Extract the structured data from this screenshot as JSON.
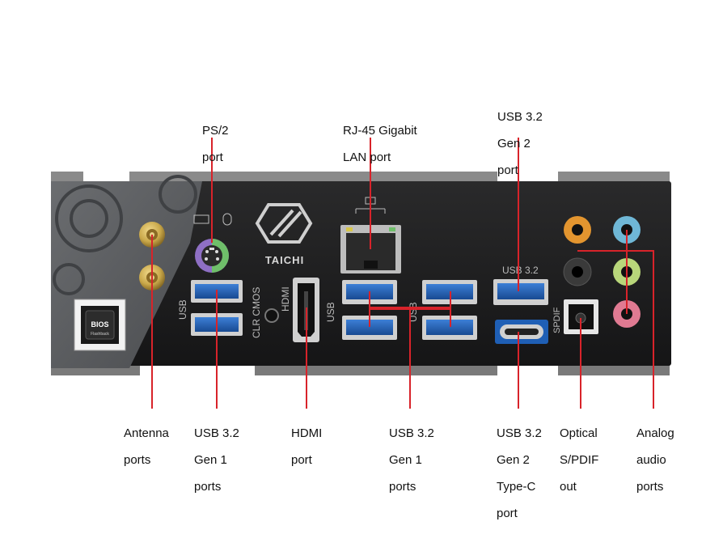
{
  "panel": {
    "brand_text": "TAICHI",
    "bios_button_label": "BIOS",
    "bios_button_sub": "Flashback",
    "silk_usb_left": "USB",
    "silk_clr_cmos": "CLR CMOS",
    "silk_hdmi": "HDMI",
    "silk_usb_mid": "USB",
    "silk_usb_right": "USB",
    "silk_usb32": "USB 3.2",
    "silk_spdif": "SPDIF"
  },
  "colors": {
    "panel_dark": "#1c1c1d",
    "panel_gray": "#5d5f62",
    "leader_line": "#d8232a",
    "usb_blue": "#1f5fb5",
    "ps2_purple": "#8e6fc4",
    "ps2_green": "#6fbf6a",
    "antenna_gold": "#c9a84a",
    "audio_orange": "#e3952f",
    "audio_blue": "#6fb7d6",
    "audio_black": "#222222",
    "audio_lime": "#b8d67a",
    "audio_pink": "#e07a92"
  },
  "callouts": [
    {
      "id": "ps2",
      "lines": [
        "PS/2",
        "port"
      ]
    },
    {
      "id": "rj45",
      "lines": [
        "RJ-45 Gigabit",
        "LAN port"
      ]
    },
    {
      "id": "usb-gen2-top",
      "lines": [
        "USB 3.2",
        "Gen 2",
        "port"
      ]
    },
    {
      "id": "antenna",
      "lines": [
        "Antenna",
        "ports"
      ]
    },
    {
      "id": "usb-gen1-left",
      "lines": [
        "USB 3.2",
        "Gen 1",
        "ports"
      ]
    },
    {
      "id": "hdmi",
      "lines": [
        "HDMI",
        "port"
      ]
    },
    {
      "id": "usb-gen1-mid",
      "lines": [
        "USB 3.2",
        "Gen 1",
        "ports"
      ]
    },
    {
      "id": "usb-typec",
      "lines": [
        "USB 3.2",
        "Gen 2",
        "Type-C",
        "port"
      ]
    },
    {
      "id": "spdif",
      "lines": [
        "Optical",
        "S/PDIF",
        "out"
      ]
    },
    {
      "id": "audio",
      "lines": [
        "Analog",
        "audio",
        "ports"
      ]
    }
  ]
}
